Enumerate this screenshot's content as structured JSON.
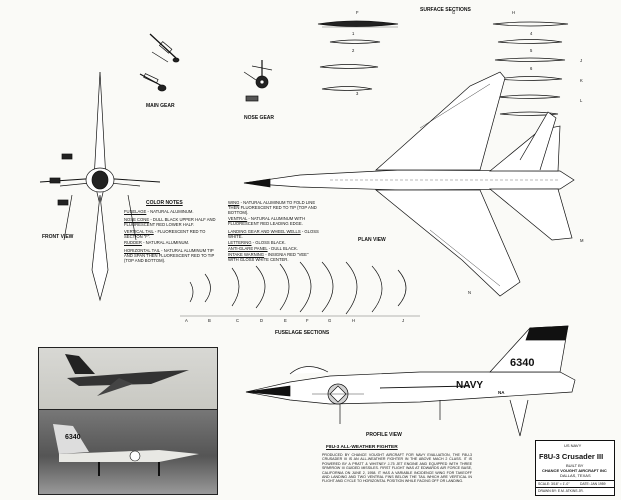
{
  "titles": {
    "surface_sections": "SURFACE SECTIONS",
    "main_gear": "MAIN GEAR",
    "nose_gear": "NOSE GEAR",
    "front_view": "FRONT VIEW",
    "plan_view": "PLAN VIEW",
    "fuselage_sections": "FUSELAGE SECTIONS",
    "profile_view": "PROFILE VIEW"
  },
  "color_notes": {
    "title": "COLOR NOTES",
    "items": [
      {
        "key": "FUSELAGE",
        "text": "- NATURAL ALUMINUM."
      },
      {
        "key": "NOSE CONE",
        "text": "- DULL BLACK UPPER HALF AND FLUORESCENT RED LOWER HALF."
      },
      {
        "key": "VERTICAL TAIL",
        "text": "- FLUORESCENT RED TO SECTION \"F\"."
      },
      {
        "key": "RUDDER",
        "text": "- NATURAL ALUMINUM."
      },
      {
        "key": "HORIZONTAL TAIL",
        "text": "- NATURAL ALUMINUM TIP AND SPAN THEN FLUORESCENT RED TO TIP (TOP AND BOTTOM)."
      }
    ]
  },
  "wing_notes": {
    "items": [
      {
        "key": "WING",
        "text": "- NATURAL ALUMINUM TO FOLD LINE THEN FLUORESCENT RED TO TIP (TOP AND BOTTOM)."
      },
      {
        "key": "VENTRAL",
        "text": "- NATURAL ALUMINUM WITH FLUORESCENT RED LEADING EDGE."
      },
      {
        "key": "LANDING GEAR AND WHEEL WELLS",
        "text": "- GLOSS WHITE."
      },
      {
        "key": "LETTERING",
        "text": "- GLOSS BLACK."
      },
      {
        "key": "ANTI-GLARE PANEL",
        "text": "- DULL BLACK."
      },
      {
        "key": "INTAKE WARNING",
        "text": "- INSIGNIA RED \"VEE\" WITH GLOSS WHITE CENTER."
      }
    ]
  },
  "fuselage_section_letters": [
    "A",
    "B",
    "C",
    "D",
    "E",
    "F",
    "G",
    "H",
    "J"
  ],
  "surface_section_numbers": [
    "1",
    "2",
    "3",
    "4",
    "5",
    "6"
  ],
  "plan_markers": [
    "F",
    "G",
    "H",
    "J",
    "K",
    "L",
    "M",
    "N"
  ],
  "profile": {
    "tail_number": "6340",
    "service": "NAVY",
    "tail_code": "NA"
  },
  "photos": {
    "top_caption": "",
    "bottom_tail_number": "6340"
  },
  "description": {
    "heading": "F8U-3 ALL-WEATHER FIGHTER",
    "body": "PRODUCED BY CHANCE VOUGHT AIRCRAFT FOR NAVY EVALUATION, THE F8U-3 CRUSADER III IS AN ALL-WEATHER FIGHTER IN THE ABOVE MACH 2 CLASS. IT IS POWERED BY A PRATT & WHITNEY J-75 JET ENGINE AND EQUIPPED WITH THREE SPARROW III GUIDED MISSILES. FIRST FLIGHT WAS AT EDWARDS AIR FORCE BASE, CALIFORNIA ON JUNE 2, 1958. IT HAS A VARIABLE INCIDENCE WING FOR TAKEOFF AND LANDING AND TWO VENTRAL FINS BELOW THE TAIL WHICH ARE VERTICAL IN FLIGHT AND CYCLE TO HORIZONTAL POSITION WHILE FACING OFF OR LANDING."
  },
  "title_block": {
    "service": "US NAVY",
    "aircraft": "F8U-3 Crusader III",
    "built_by": "BUILT BY",
    "maker": "CHANCE VOUGHT AIRCRAFT INC",
    "location": "DALLAS, TEXAS",
    "scale": "SCALE: 3/16\" = 1'-0\"",
    "date": "DATE: JAN 1959",
    "drawn_by": "DRAWN BY: E.M. ATKINS JR."
  }
}
